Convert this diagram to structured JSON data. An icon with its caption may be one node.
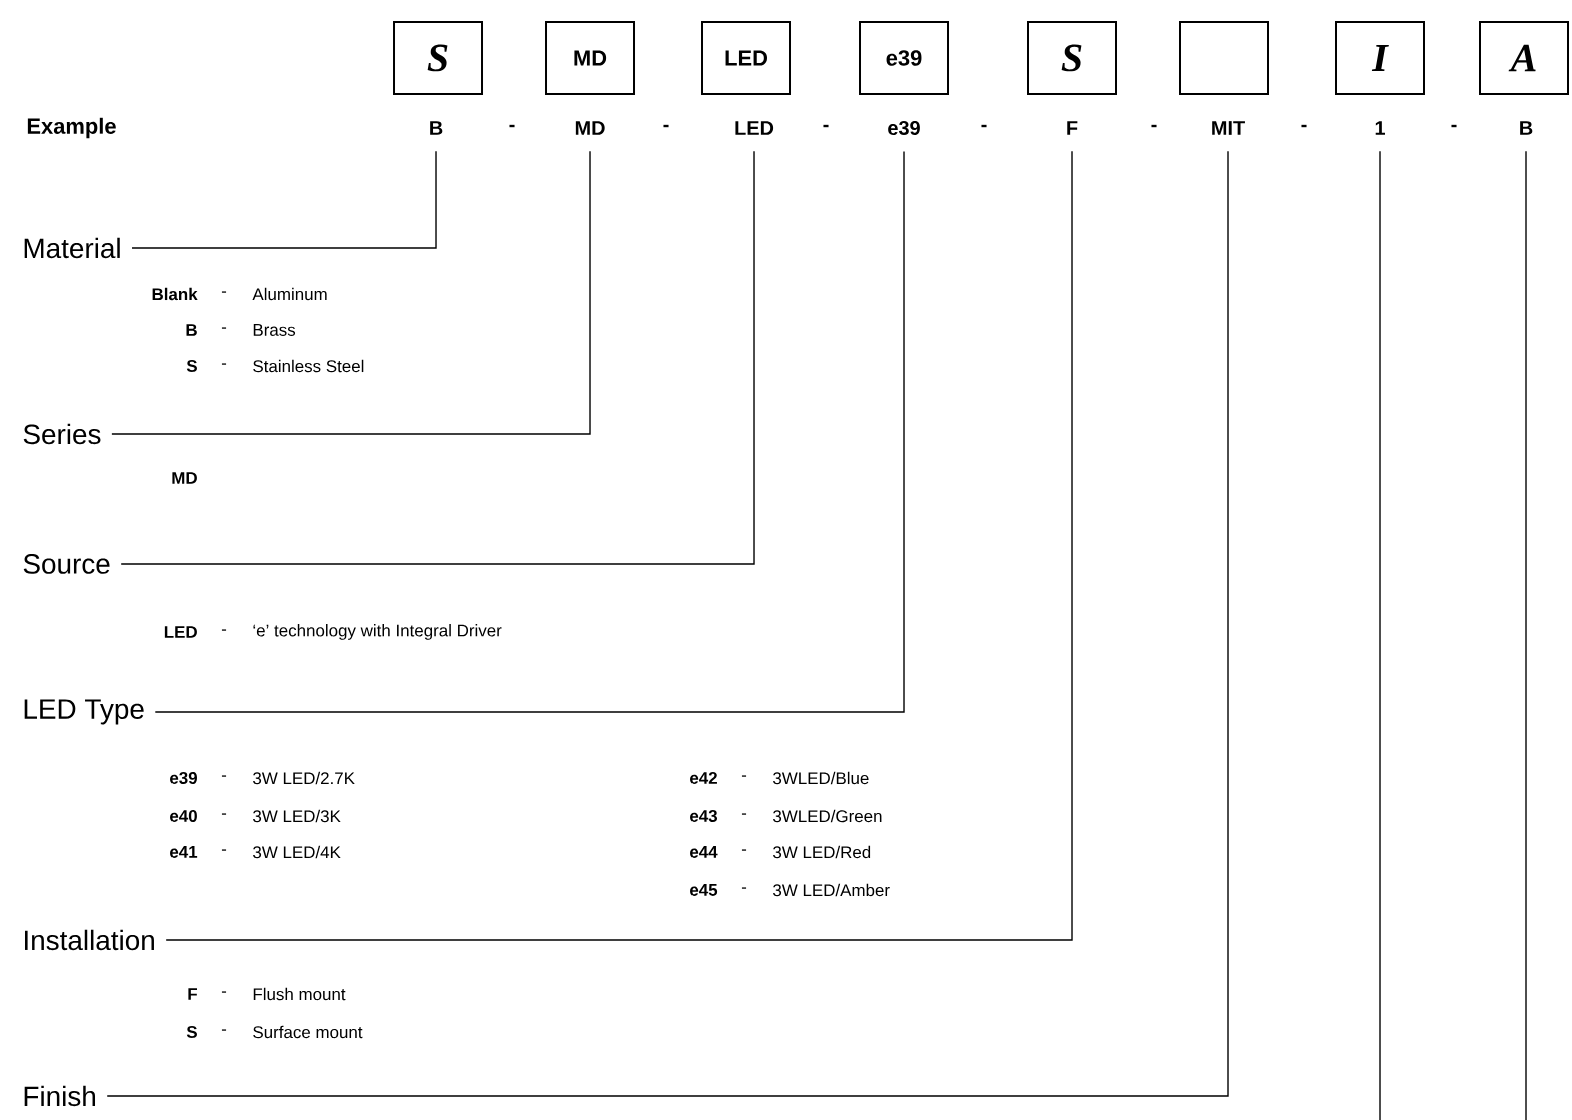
{
  "diagram": {
    "nodes": [
      {
        "text": [
          "S"
        ]
      },
      {
        "text": [
          "MD"
        ]
      },
      {
        "text": [
          "LED"
        ]
      },
      {
        "text": [
          "e39"
        ]
      },
      {
        "text": [
          "S"
        ]
      },
      {
        "text": [],
        "shape": "box"
      },
      {
        "text": [
          "I"
        ]
      },
      {
        "text": [
          "A"
        ]
      },
      {
        "text": [
          "B"
        ]
      },
      {
        "text": [
          "MD"
        ]
      },
      {
        "text": [
          "LED"
        ]
      },
      {
        "text": [
          "e39"
        ]
      },
      {
        "text": [
          "F"
        ]
      },
      {
        "text": [
          "MIT"
        ]
      },
      {
        "text": [
          "1"
        ]
      },
      {
        "text": [
          "B"
        ]
      },
      {
        "text": [
          "Material"
        ]
      },
      {
        "text": [
          "Series"
        ]
      },
      {
        "text": [
          "Source"
        ]
      },
      {
        "text": [
          "LED Type"
        ]
      },
      {
        "text": [
          "Installation"
        ]
      },
      {
        "text": [
          "Finish"
        ]
      }
    ],
    "edges": [
      {
        "from": 8,
        "to": 16,
        "arrow": "none"
      },
      {
        "from": 9,
        "to": 17,
        "arrow": "none"
      },
      {
        "from": 10,
        "to": 18,
        "arrow": "none"
      },
      {
        "from": 11,
        "to": 19,
        "arrow": "none"
      },
      {
        "from": 12,
        "to": 20,
        "arrow": "none"
      },
      {
        "from": 13,
        "to": 21,
        "arrow": "none"
      },
      {
        "from": 14,
        "to": null,
        "arrow": "none"
      },
      {
        "from": 15,
        "to": null,
        "arrow": "none"
      }
    ],
    "labels": [
      "Example",
      "-",
      "-",
      "-",
      "-",
      "-",
      "-",
      "-",
      "Blank",
      "-",
      "Aluminum",
      "B",
      "-",
      "Brass",
      "S",
      "-",
      "Stainless Steel",
      "MD",
      "LED",
      "-",
      "‘e’ technology with Integral Driver",
      "e39",
      "-",
      "3W LED/2.7K",
      "e42",
      "-",
      "3WLED/Blue",
      "e40",
      "-",
      "3W LED/3K",
      "e43",
      "-",
      "3WLED/Green",
      "e41",
      "-",
      "3W LED/4K",
      "e44",
      "-",
      "3W LED/Red",
      "e45",
      "-",
      "3W LED/Amber",
      "F",
      "-",
      "Flush mount",
      "S",
      "-",
      "Surface mount"
    ]
  }
}
